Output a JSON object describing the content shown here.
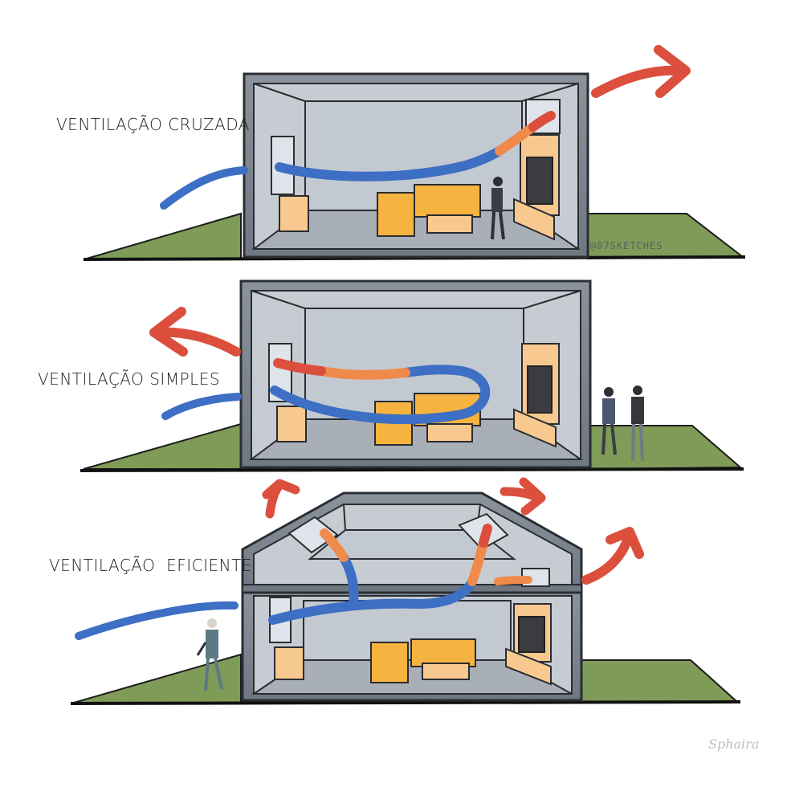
{
  "labels": {
    "cross": "VENTILAÇÃO CRUZADA",
    "simple": "VENTILAÇÃO SIMPLES",
    "efficient": "VENTILAÇÃO  EFICIENTE"
  },
  "credit": "@07SKETCHES",
  "signature": "Sphaira",
  "colors": {
    "wall": "#7d8791",
    "wall_outline": "#2a2d31",
    "interior": "#c7ccd3",
    "floor": "#a9afb7",
    "grass": "#7f9b58",
    "furniture": "#f7b33f",
    "cool_air": "#3d6fc4",
    "warm_air": "#f08a4b",
    "hot_air": "#db4f3c"
  }
}
